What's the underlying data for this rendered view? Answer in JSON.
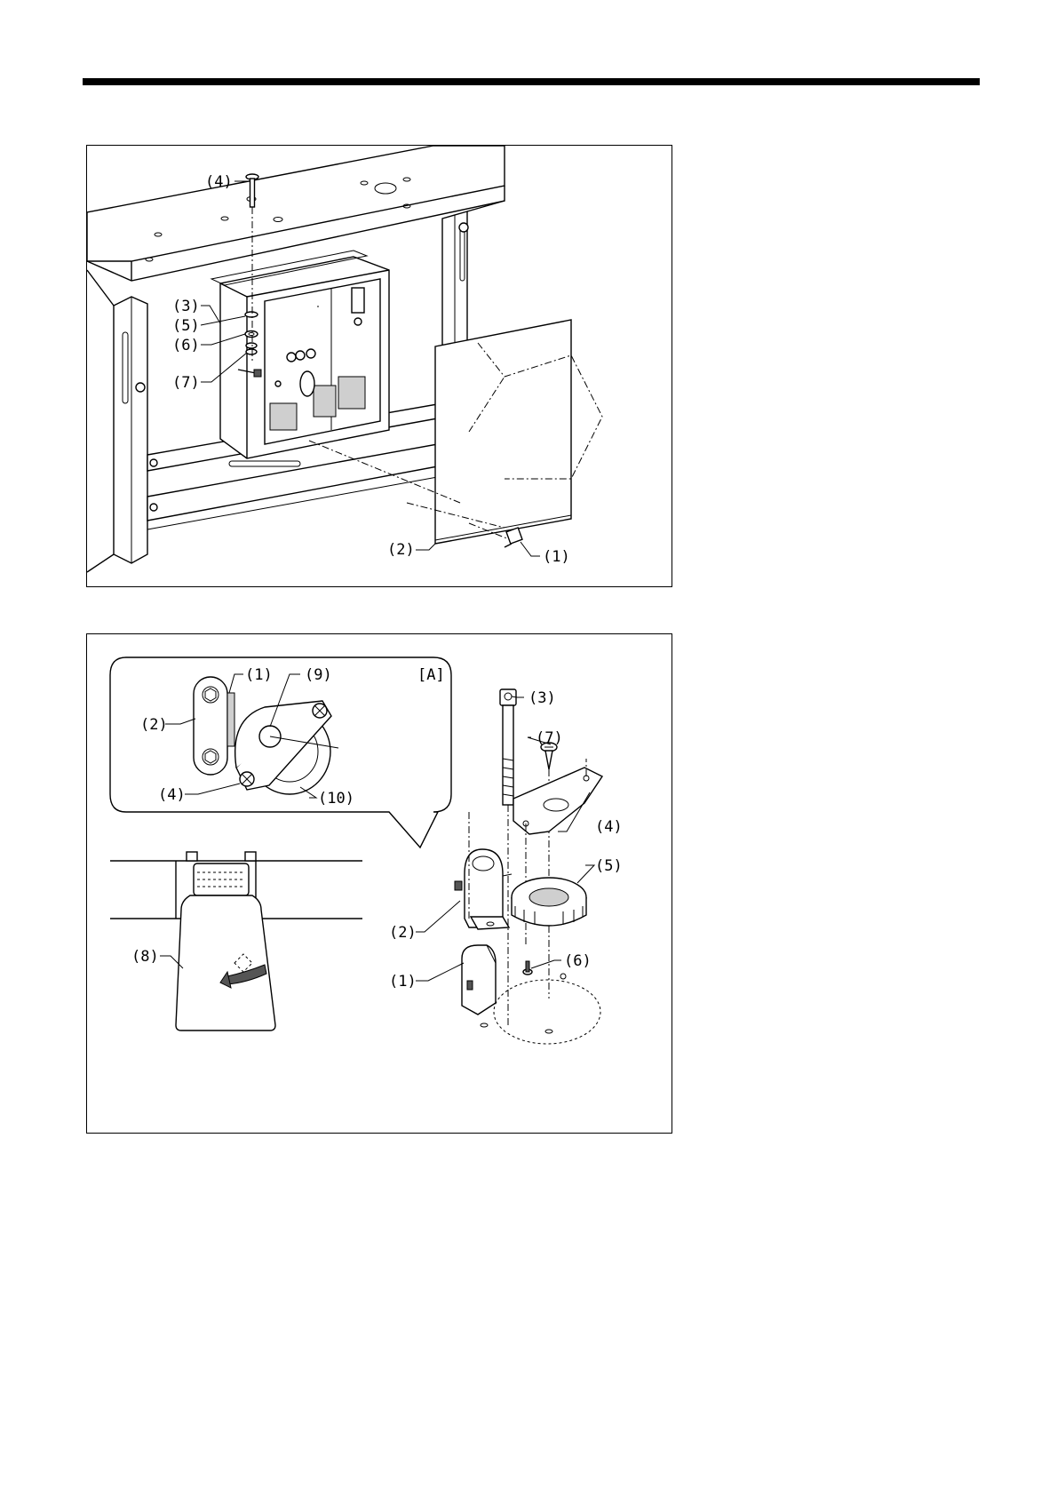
{
  "figure1": {
    "callouts": {
      "c1": "(1)",
      "c2": "(2)",
      "c3": "(3)",
      "c4": "(4)",
      "c5": "(5)",
      "c6": "(6)",
      "c7": "(7)"
    }
  },
  "figure2": {
    "detail_tag": "[A]",
    "callouts": {
      "d1": "(1)",
      "d2": "(2)",
      "d4": "(4)",
      "d9": "(9)",
      "d10": "(10)",
      "c1": "(1)",
      "c2": "(2)",
      "c3": "(3)",
      "c4": "(4)",
      "c5": "(5)",
      "c6": "(6)",
      "c7": "(7)",
      "c8": "(8)"
    }
  }
}
